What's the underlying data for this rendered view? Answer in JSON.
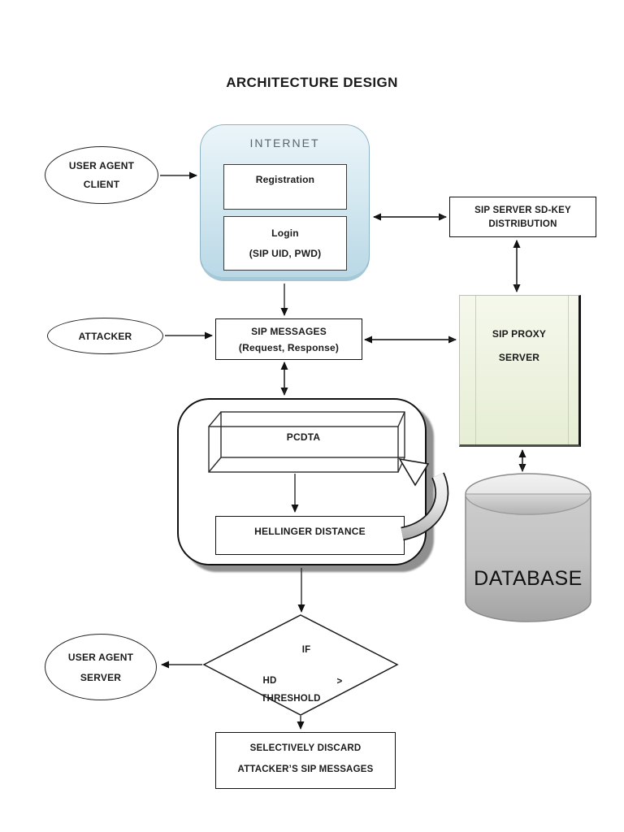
{
  "title": "ARCHITECTURE DESIGN",
  "nodes": {
    "user_agent_client": {
      "line1": "USER AGENT",
      "line2": "CLIENT"
    },
    "internet": {
      "label": "INTERNET",
      "registration": "Registration",
      "login_line1": "Login",
      "login_line2": "(SIP UID, PWD)"
    },
    "sd_key": {
      "line1": "SIP SERVER SD-KEY",
      "line2": "DISTRIBUTION"
    },
    "attacker": {
      "label": "ATTACKER"
    },
    "sip_messages": {
      "line1": "SIP MESSAGES",
      "line2": "(Request, Response)"
    },
    "sip_proxy": {
      "line1": "SIP PROXY",
      "line2": "SERVER"
    },
    "pcdta": {
      "label": "PCDTA"
    },
    "hellinger": {
      "label": "HELLINGER DISTANCE"
    },
    "database": {
      "label": "DATABASE"
    },
    "user_agent_server": {
      "line1": "USER AGENT",
      "line2": "SERVER"
    },
    "decision": {
      "line1": "IF",
      "line2_left": "HD",
      "line2_right": ">",
      "line3": "THRESHOLD"
    },
    "discard": {
      "line1": "SELECTIVELY DISCARD",
      "line2": "ATTACKER’S SIP MESSAGES"
    }
  },
  "colors": {
    "ink": "#1a1a1a",
    "blue-top": "#ebf5f9",
    "blue-mid": "#d6e9f1",
    "blue-bot": "#b9d8e6",
    "blue-border": "#8fb4c6",
    "blue-shadow": "#a5c8d6",
    "green-top": "#f5f8ec",
    "green-bot": "#e6eed4",
    "green-border": "#b9c993",
    "green-line": "#c7d6a2",
    "shadow-gray": "#8f8f8f"
  }
}
